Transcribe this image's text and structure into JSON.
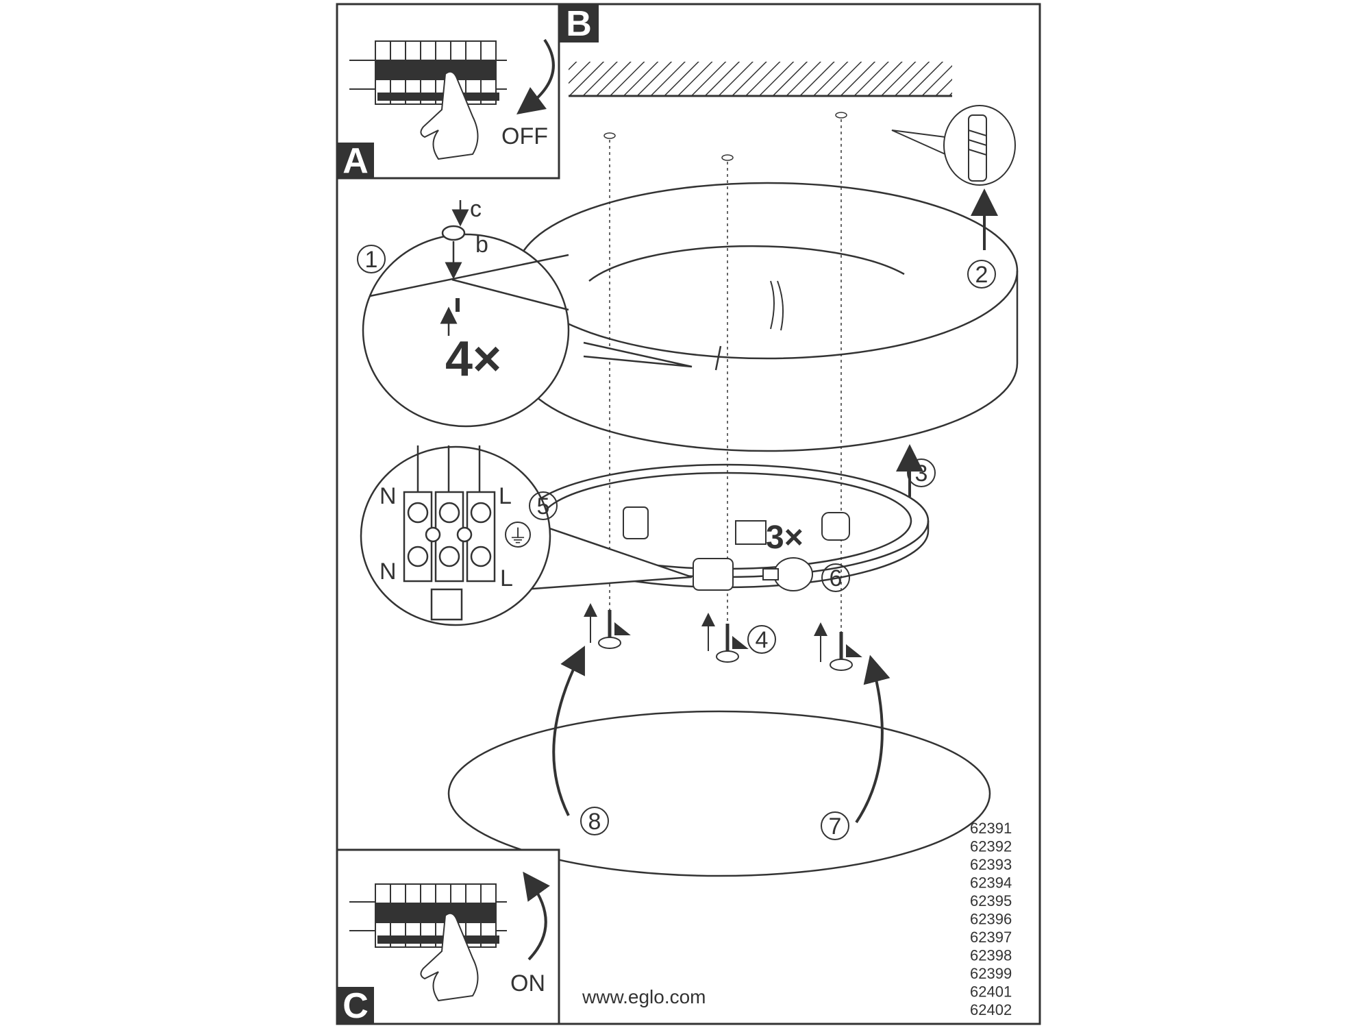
{
  "panels": {
    "a_label": "A",
    "b_label": "B",
    "c_label": "C",
    "off_label": "OFF",
    "on_label": "ON"
  },
  "steps": {
    "s1": "1",
    "s2": "2",
    "s3": "3",
    "s4": "4",
    "s5": "5",
    "s6": "6",
    "s7": "7",
    "s8": "8"
  },
  "callouts": {
    "screw_count": "4×",
    "bulb_count": "3×",
    "letter_b": "b",
    "letter_c": "c"
  },
  "terminal": {
    "n_top": "N",
    "n_bottom": "N",
    "l_top": "L",
    "l_bottom": "L",
    "earth_symbol": "⏚"
  },
  "website": "www.eglo.com",
  "model_numbers": [
    "62391",
    "62392",
    "62393",
    "62394",
    "62395",
    "62396",
    "62397",
    "62398",
    "62399",
    "62401",
    "62402"
  ],
  "icons": [
    "circuit-breaker-icon",
    "hand-icon",
    "wall-plug-icon",
    "earth-ground-icon",
    "screw-icon",
    "bulb-icon"
  ]
}
